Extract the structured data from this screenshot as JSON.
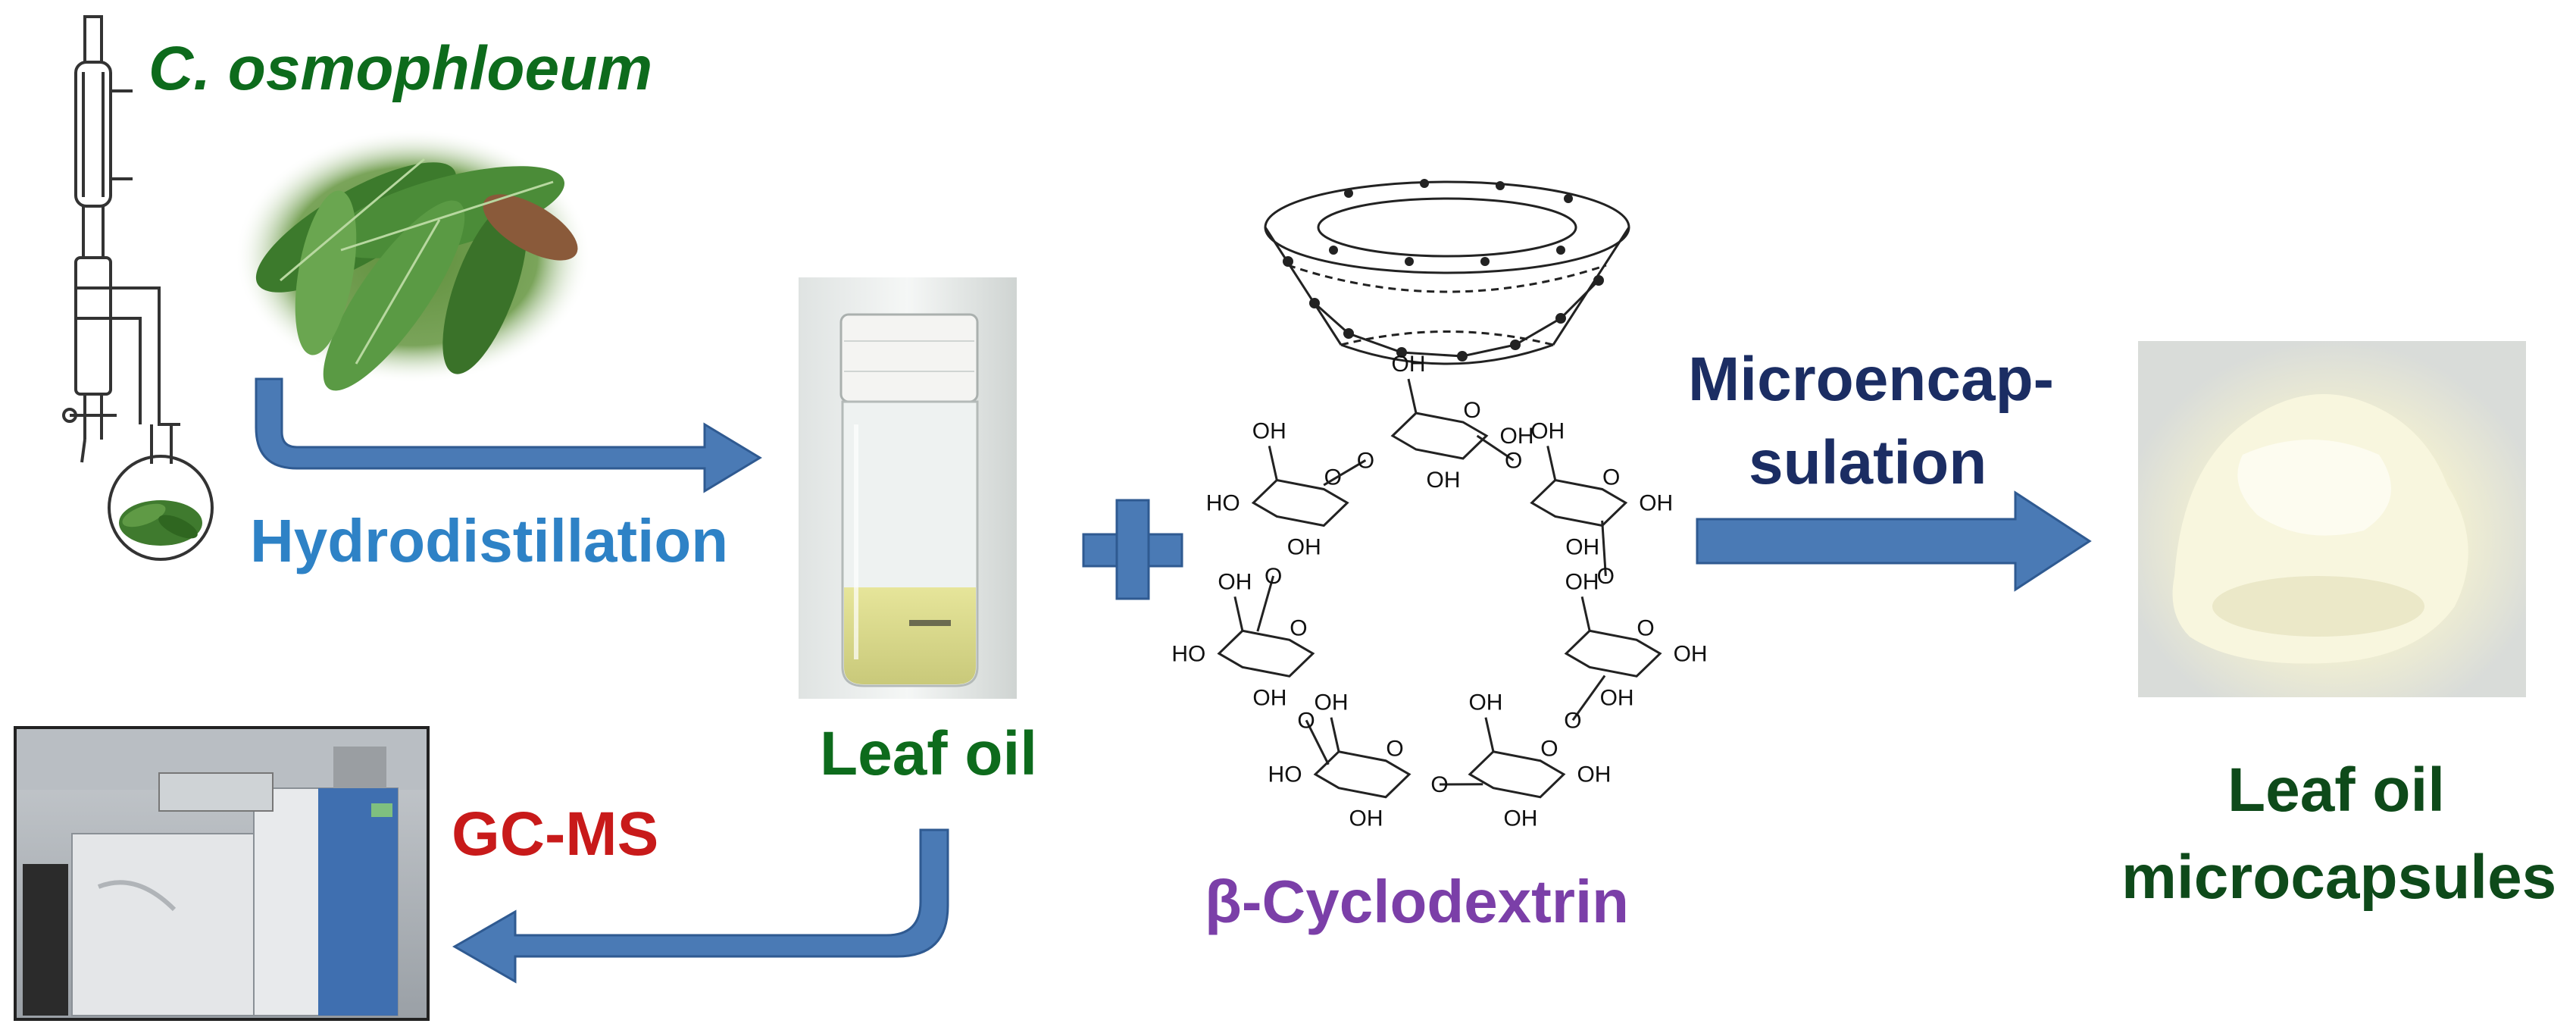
{
  "labels": {
    "species": "C. osmophloeum",
    "hydrodistillation": "Hydrodistillation",
    "leaf_oil": "Leaf oil",
    "gcms": "GC-MS",
    "cyclodextrin": "β-Cyclodextrin",
    "microencap_line1": "Microencap-",
    "microencap_line2": "sulation",
    "product_line1": "Leaf oil",
    "product_line2": "microcapsules"
  },
  "structure_labels": {
    "hydroxyl": "OH",
    "hydroxyl_left": "HO",
    "ring_oxygen": "O"
  },
  "colors": {
    "arrow": "#4a7ab5",
    "arrow_edge": "#2f5a91",
    "species_text": "#0d6b1c",
    "hydrodistillation_text": "#2e82c6",
    "leaf_oil_text": "#0d6b1c",
    "gcms_text": "#c81a1a",
    "cyclodextrin_text": "#7b3fa8",
    "microencap_text": "#1b2d63",
    "product_text": "#0e4a1a"
  },
  "icons": [
    "distillation-apparatus-icon",
    "leaf-photo",
    "oil-vial-photo",
    "plus-icon",
    "cyclodextrin-cone-icon",
    "cyclodextrin-structure",
    "powder-photo",
    "gcms-instrument-photo"
  ]
}
